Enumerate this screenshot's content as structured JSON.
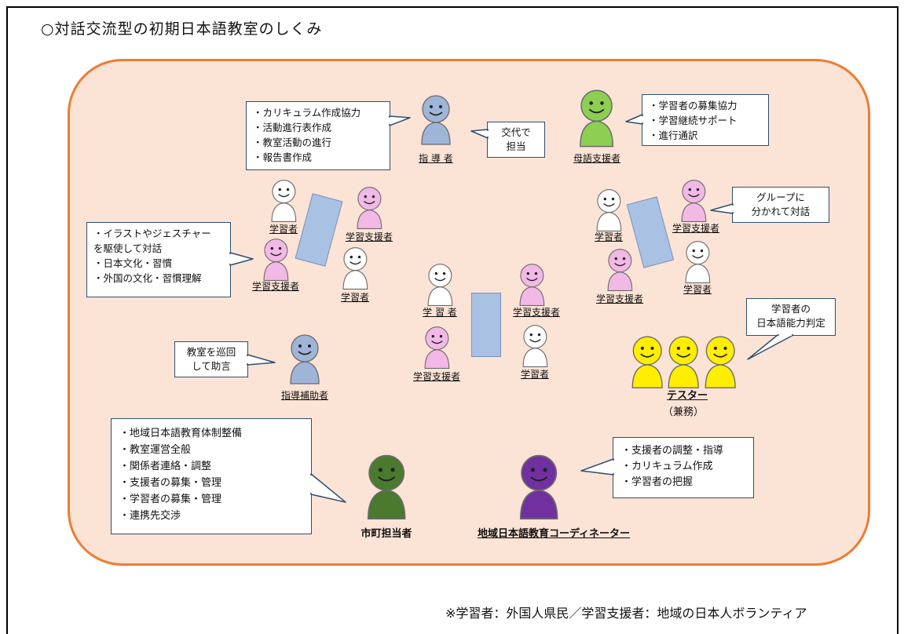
{
  "title": "○対話交流型の初期日本語教室のしくみ",
  "footnote": "※学習者：外国人県民／学習支援者：地域の日本人ボランティア",
  "colors": {
    "board_fill": "#fbe3d6",
    "board_border": "#ed7d31",
    "instructor": "#9fb5d8",
    "native_support": "#8ccf52",
    "learner": "#ffffff",
    "learning_supporter": "#f2b8e6",
    "tester": "#ffee00",
    "city_staff": "#4a7a2e",
    "coordinator": "#7030a0",
    "table": "#a9c2e4"
  },
  "callouts": {
    "instructor_tasks": [
      "・カリキュラム作成協力",
      "・活動進行表作成",
      "・教室活動の進行",
      "・報告書作成"
    ],
    "rotation": [
      "交代で",
      "担当"
    ],
    "native_tasks": [
      "・学習者の募集協力",
      "・学習継続サポート",
      "・進行通訳"
    ],
    "supporter_methods": [
      "・イラストやジェスチャー",
      "を駆使して対話",
      "・日本文化・習慣",
      "・外国の文化・習慣理解"
    ],
    "group_talk": [
      "グループに",
      "分かれて対話"
    ],
    "patrol": [
      "教室を巡回",
      "して助言"
    ],
    "tester_role": [
      "学習者の",
      "日本語能力判定"
    ],
    "city_tasks": [
      "・地域日本語教育体制整備",
      "・教室運営全般",
      "・関係者連絡・調整",
      "・支援者の募集・管理",
      "・学習者の募集・管理",
      "・連携先交渉"
    ],
    "coordinator_tasks": [
      "・支援者の調整・指導",
      "・カリキュラム作成",
      "・学習者の把握"
    ]
  },
  "labels": {
    "instructor": "指 導 者",
    "native_support": "母語支援者",
    "learner": "学習者",
    "learner_spaced": "学 習 者",
    "learning_supporter": "学習支援者",
    "assistant_instructor": "指導補助者",
    "tester": "テスター",
    "tester_note": "（兼務）",
    "city_staff": "市町担当者",
    "coordinator": "地域日本語教育コーディネーター"
  }
}
